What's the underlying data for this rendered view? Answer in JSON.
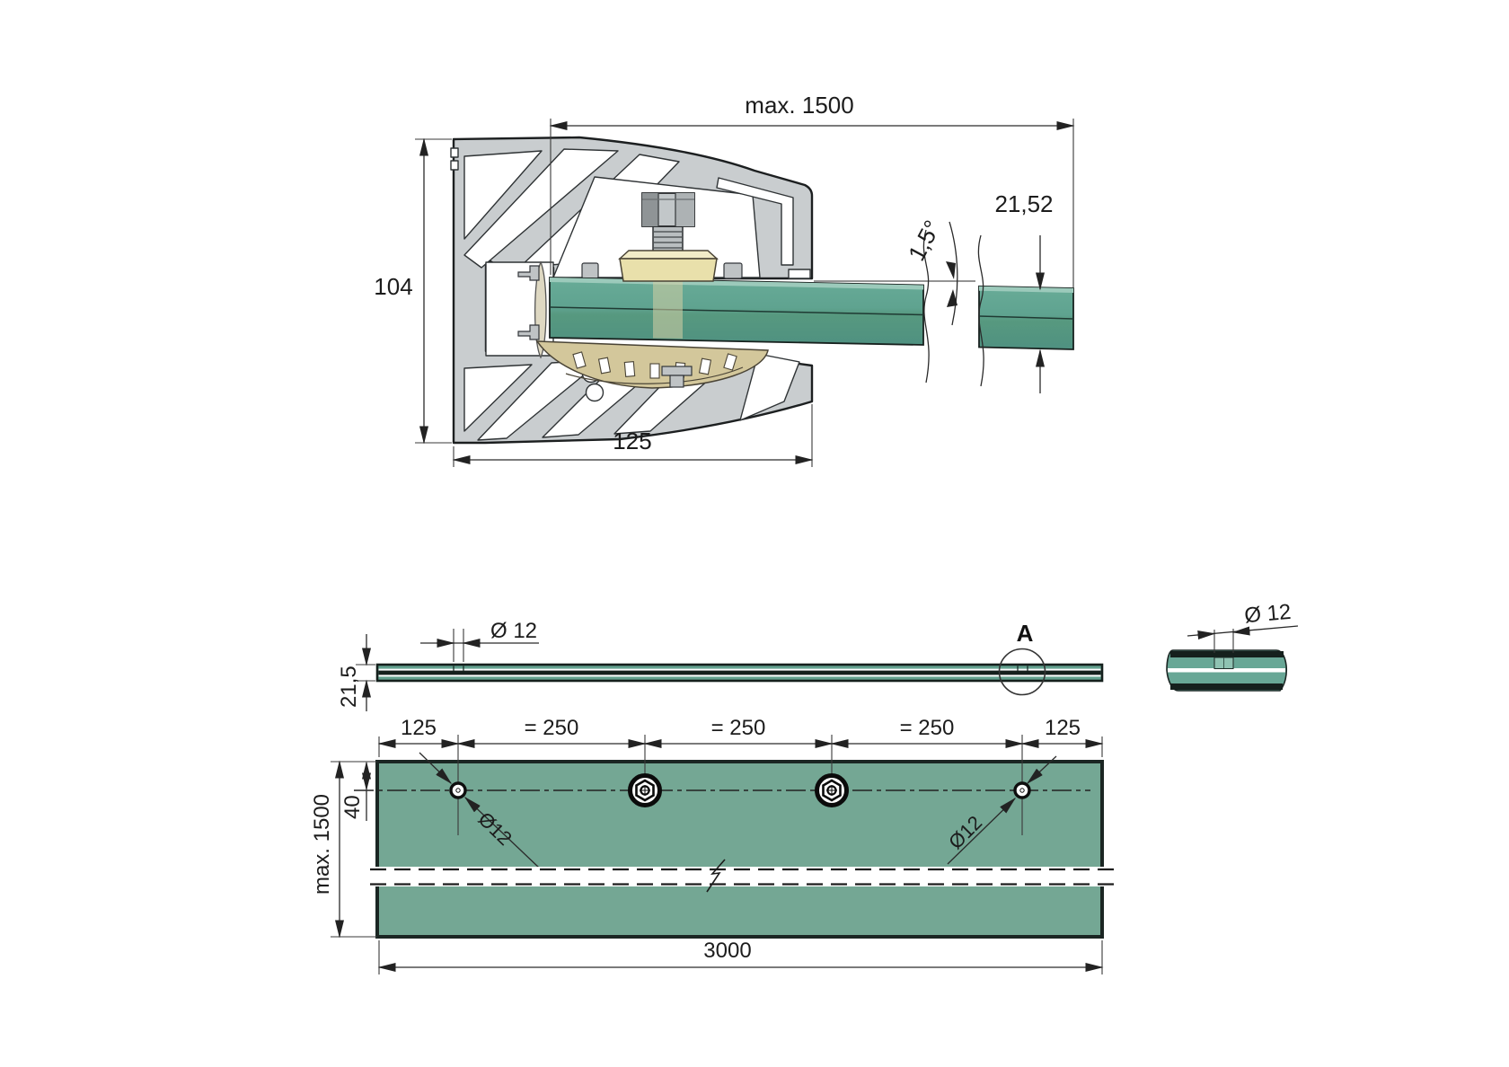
{
  "section_view": {
    "dim_width_max": "max. 1500",
    "dim_profile_height": "104",
    "dim_profile_width": "125",
    "dim_glass_thickness": "21,52",
    "dim_glass_angle": "1,5°"
  },
  "edge_view": {
    "dim_hole_diameter": "Ø 12",
    "dim_glass_thickness": "21,5",
    "detail_label": "A"
  },
  "detail_view": {
    "dim_hole_diameter": "Ø 12"
  },
  "plan_view": {
    "spacings": [
      "125",
      "= 250",
      "= 250",
      "= 250",
      "125"
    ],
    "dim_hole_offset": "40",
    "dim_panel_height": "max. 1500",
    "dim_panel_length": "3000",
    "dim_hole_left": "Ø12",
    "dim_hole_right": "Ø12"
  },
  "colors": {
    "glass": "#5fa390",
    "glass_highlight": "#9ccabb",
    "panel": "#74a794",
    "profile": "#c9cdcf",
    "clamp_block": "#e9e0ab",
    "rocker": "#d3c79b",
    "line": "#262626"
  }
}
